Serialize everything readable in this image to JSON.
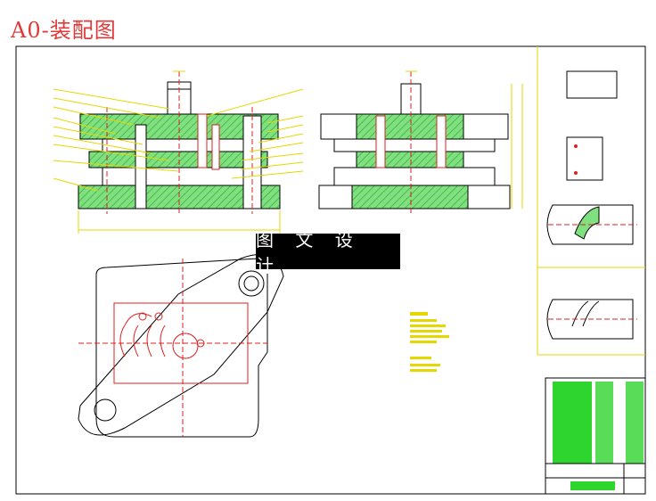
{
  "title": "A0-装配图",
  "watermark": "图 文 设 计",
  "colors": {
    "frame": "#000000",
    "outline": "#000000",
    "hatch_fill": "#7fe07f",
    "yellow_lines": "#e5d800",
    "red_lines": "#dd2020",
    "title_block_fill": "#2fd52f",
    "accent_title": "#e03a3a"
  },
  "views": [
    "front-section-view",
    "side-section-view",
    "plan-view",
    "part-drawings",
    "strip-layout",
    "title-block"
  ]
}
